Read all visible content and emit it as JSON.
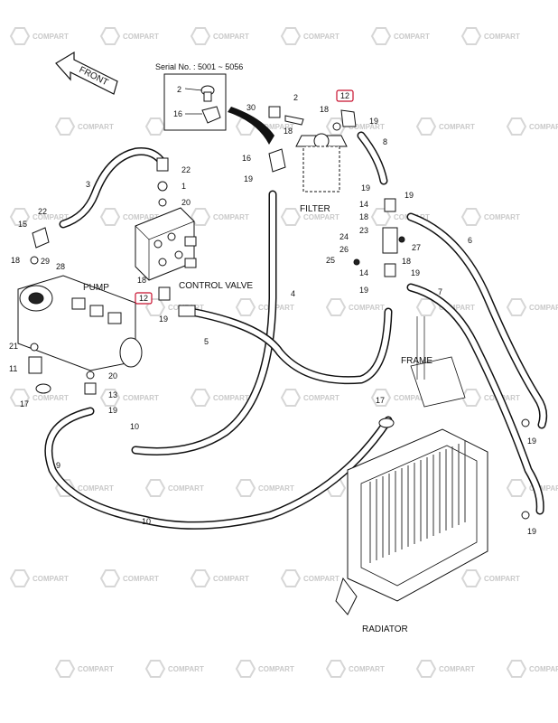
{
  "serial_note": "Serial No. : 5001 ~ 5056",
  "front_label": "FRONT",
  "component_labels": {
    "pump": "PUMP",
    "control_valve": "CONTROL VALVE",
    "filter": "FILTER",
    "frame": "FRAME",
    "radiator": "RADIATOR"
  },
  "watermark": "COMPART",
  "highlight_color": "#c8102e",
  "part_callouts": [
    {
      "id": "c-serial-2",
      "text": "2"
    },
    {
      "id": "c-serial-16",
      "text": "16"
    },
    {
      "id": "c-30",
      "text": "30"
    },
    {
      "id": "c-2",
      "text": "2"
    },
    {
      "id": "c-18a",
      "text": "18"
    },
    {
      "id": "c-18b",
      "text": "18"
    },
    {
      "id": "c-12-top",
      "text": "12"
    },
    {
      "id": "c-19a",
      "text": "19"
    },
    {
      "id": "c-8",
      "text": "8"
    },
    {
      "id": "c-16",
      "text": "16"
    },
    {
      "id": "c-19b",
      "text": "19"
    },
    {
      "id": "c-22a",
      "text": "22"
    },
    {
      "id": "c-1",
      "text": "1"
    },
    {
      "id": "c-20a",
      "text": "20"
    },
    {
      "id": "c-3",
      "text": "3"
    },
    {
      "id": "c-15",
      "text": "15"
    },
    {
      "id": "c-22b",
      "text": "22"
    },
    {
      "id": "c-29",
      "text": "29"
    },
    {
      "id": "c-28",
      "text": "28"
    },
    {
      "id": "c-18c",
      "text": "18"
    },
    {
      "id": "c-18d",
      "text": "18"
    },
    {
      "id": "c-12-mid",
      "text": "12"
    },
    {
      "id": "c-19c",
      "text": "19"
    },
    {
      "id": "c-4",
      "text": "4"
    },
    {
      "id": "c-5",
      "text": "5"
    },
    {
      "id": "c-21",
      "text": "21"
    },
    {
      "id": "c-11",
      "text": "11"
    },
    {
      "id": "c-20b",
      "text": "20"
    },
    {
      "id": "c-13",
      "text": "13"
    },
    {
      "id": "c-17a",
      "text": "17"
    },
    {
      "id": "c-19d",
      "text": "19"
    },
    {
      "id": "c-10a",
      "text": "10"
    },
    {
      "id": "c-9",
      "text": "9"
    },
    {
      "id": "c-10b",
      "text": "10"
    },
    {
      "id": "c-19e",
      "text": "19"
    },
    {
      "id": "c-19f",
      "text": "19"
    },
    {
      "id": "c-14a",
      "text": "14"
    },
    {
      "id": "c-18e",
      "text": "18"
    },
    {
      "id": "c-23",
      "text": "23"
    },
    {
      "id": "c-24",
      "text": "24"
    },
    {
      "id": "c-27",
      "text": "27"
    },
    {
      "id": "c-26",
      "text": "26"
    },
    {
      "id": "c-25",
      "text": "25"
    },
    {
      "id": "c-18f",
      "text": "18"
    },
    {
      "id": "c-14b",
      "text": "14"
    },
    {
      "id": "c-19g",
      "text": "19"
    },
    {
      "id": "c-19h",
      "text": "19"
    },
    {
      "id": "c-6",
      "text": "6"
    },
    {
      "id": "c-7",
      "text": "7"
    },
    {
      "id": "c-17b",
      "text": "17"
    },
    {
      "id": "c-19i",
      "text": "19"
    },
    {
      "id": "c-19j",
      "text": "19"
    }
  ]
}
